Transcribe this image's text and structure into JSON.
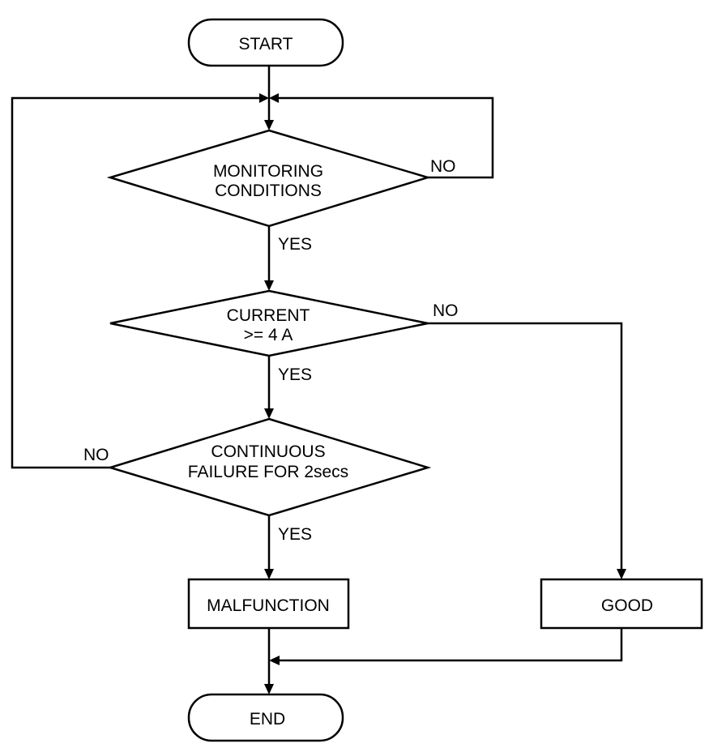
{
  "nodes": {
    "start": "START",
    "monitoring_line1": "MONITORING",
    "monitoring_line2": "CONDITIONS",
    "current_line1": "CURRENT",
    "current_line2": ">= 4 A",
    "continuous_line1": "CONTINUOUS",
    "continuous_line2": "FAILURE FOR 2secs",
    "malfunction": "MALFUNCTION",
    "good": "GOOD",
    "end": "END"
  },
  "edges": {
    "monitoring_yes": "YES",
    "monitoring_no": "NO",
    "current_yes": "YES",
    "current_no": "NO",
    "continuous_yes": "YES",
    "continuous_no": "NO"
  }
}
